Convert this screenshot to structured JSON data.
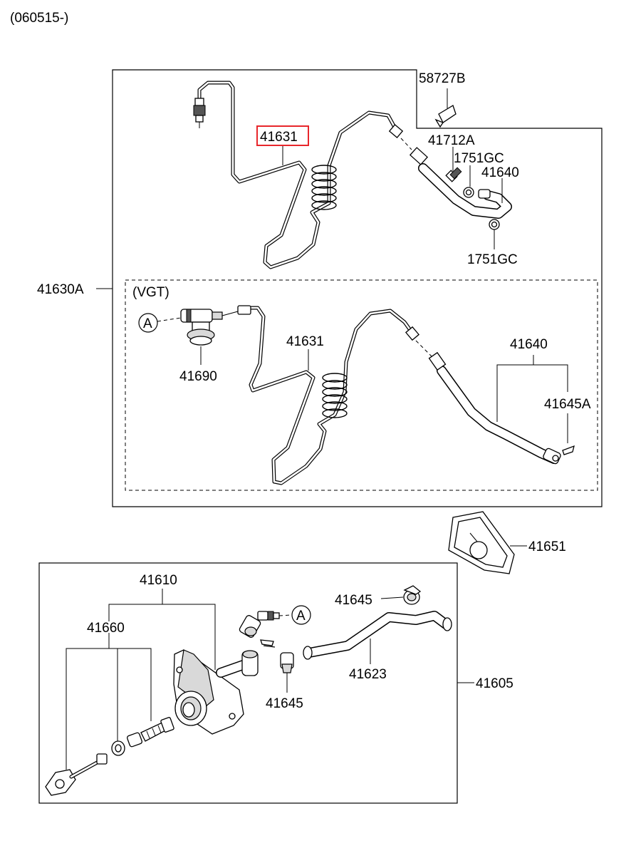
{
  "header": {
    "date_code": "(060515-)"
  },
  "callouts": {
    "p58727B": "58727B",
    "p41631_top": "41631",
    "p41712A": "41712A",
    "p1751GC_a": "1751GC",
    "p41640_top": "41640",
    "p1751GC_b": "1751GC",
    "p41630A": "41630A",
    "vgt_label": "(VGT)",
    "refA_1": "A",
    "p41690": "41690",
    "p41631_vgt": "41631",
    "p41640_vgt": "41640",
    "p41645A": "41645A",
    "p41651": "41651",
    "p41610": "41610",
    "p41645_top": "41645",
    "p41660": "41660",
    "refA_2": "A",
    "p41623": "41623",
    "p41645_bottom": "41645",
    "p41605": "41605"
  },
  "highlight": {
    "part": "41631",
    "color": "#e8262b"
  }
}
